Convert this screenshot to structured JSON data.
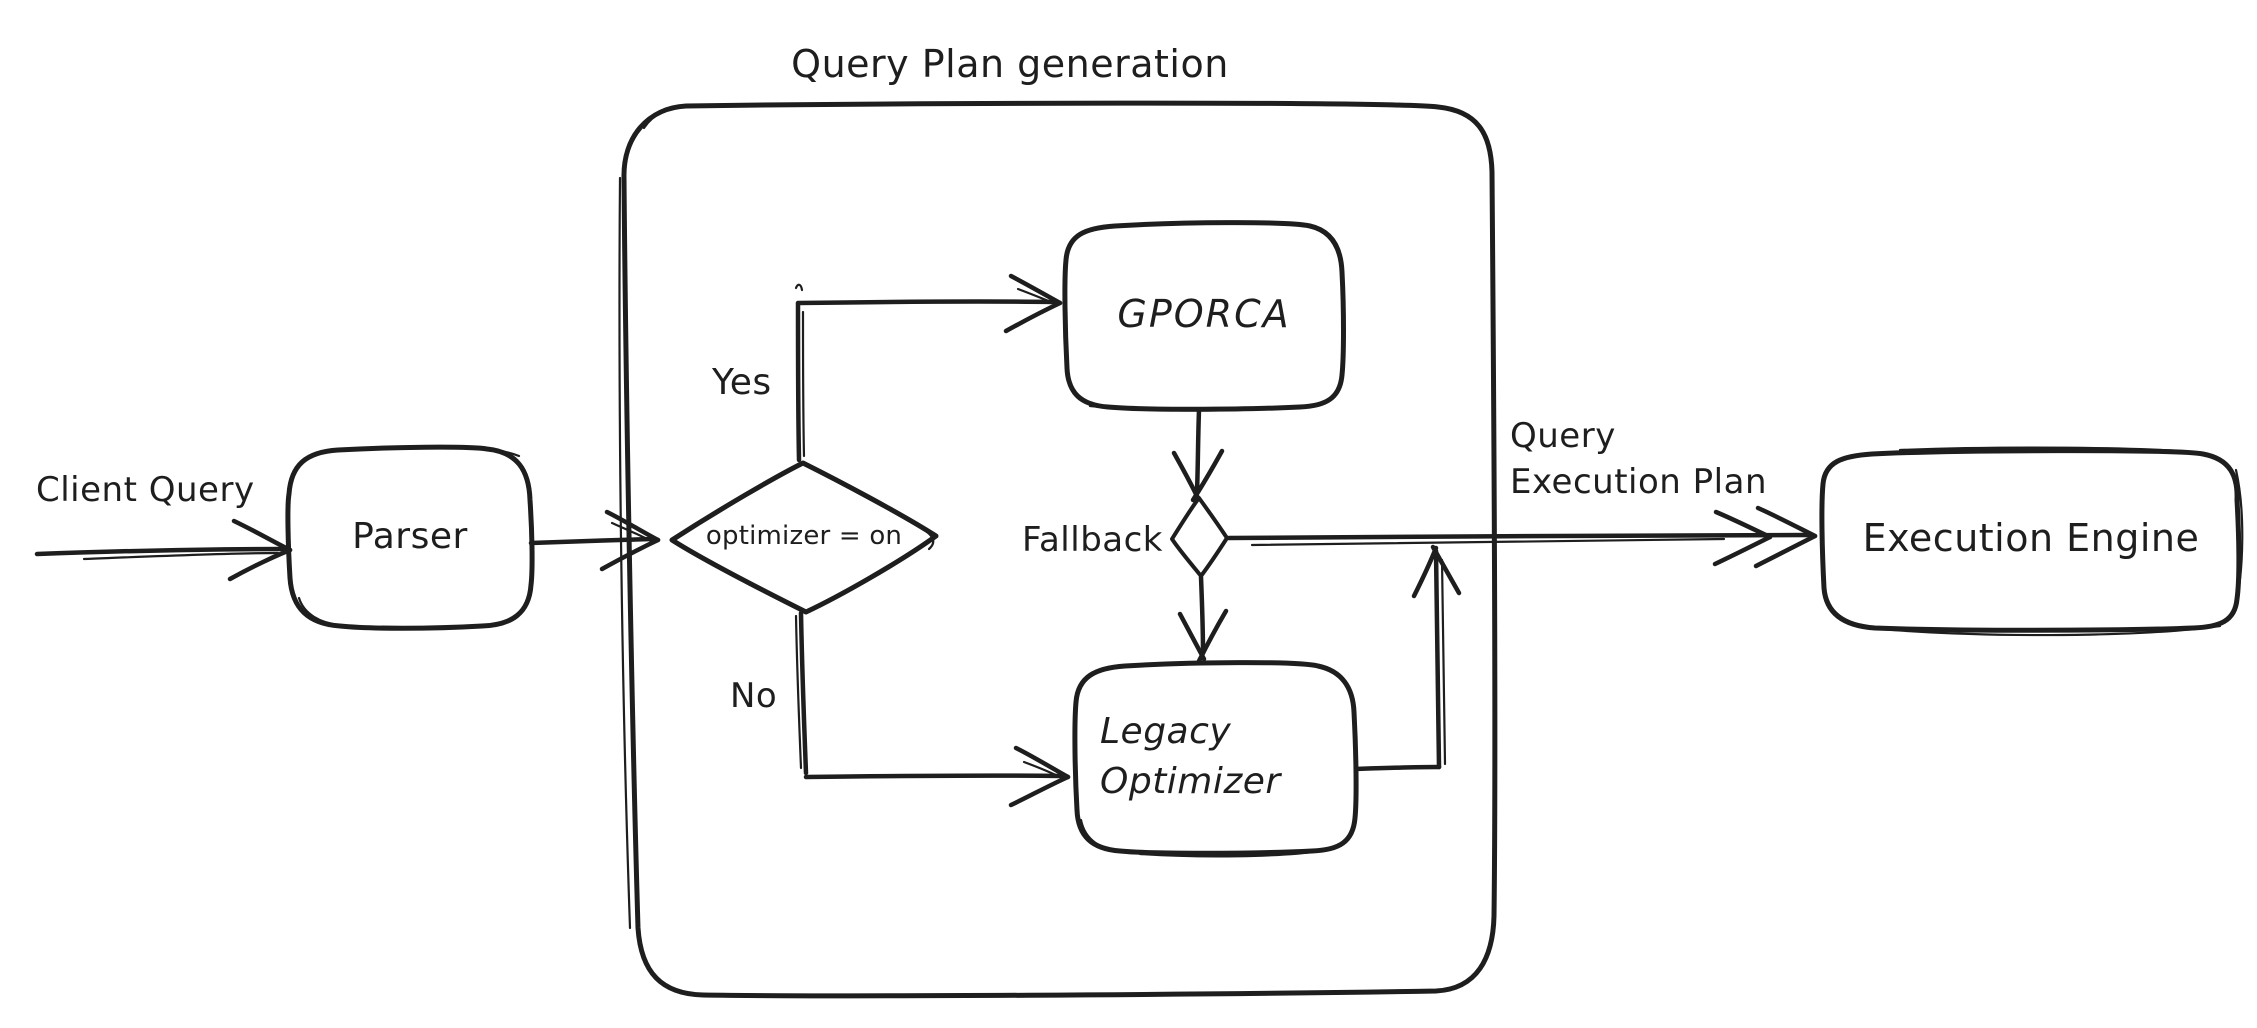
{
  "diagram": {
    "title": "Query Plan generation",
    "nodes": [
      {
        "id": "parser",
        "type": "box",
        "label": "Parser"
      },
      {
        "id": "optimizer-condition",
        "type": "diamond",
        "label": "optimizer = on"
      },
      {
        "id": "gporca",
        "type": "box",
        "label": "GPORCA"
      },
      {
        "id": "fallback-diamond",
        "type": "diamond",
        "label": "Fallback"
      },
      {
        "id": "legacy-optimizer",
        "type": "box",
        "label": "Legacy\nOptimizer"
      },
      {
        "id": "execution-engine",
        "type": "box",
        "label": "Execution Engine"
      }
    ],
    "edge_labels": [
      {
        "id": "client-query",
        "text": "Client Query"
      },
      {
        "id": "yes",
        "text": "Yes"
      },
      {
        "id": "no",
        "text": "No"
      },
      {
        "id": "query-execution-plan",
        "text": "Query\nExecution Plan"
      }
    ],
    "colors": {
      "stroke": "#1e1e1e",
      "background": "#ffffff"
    }
  }
}
